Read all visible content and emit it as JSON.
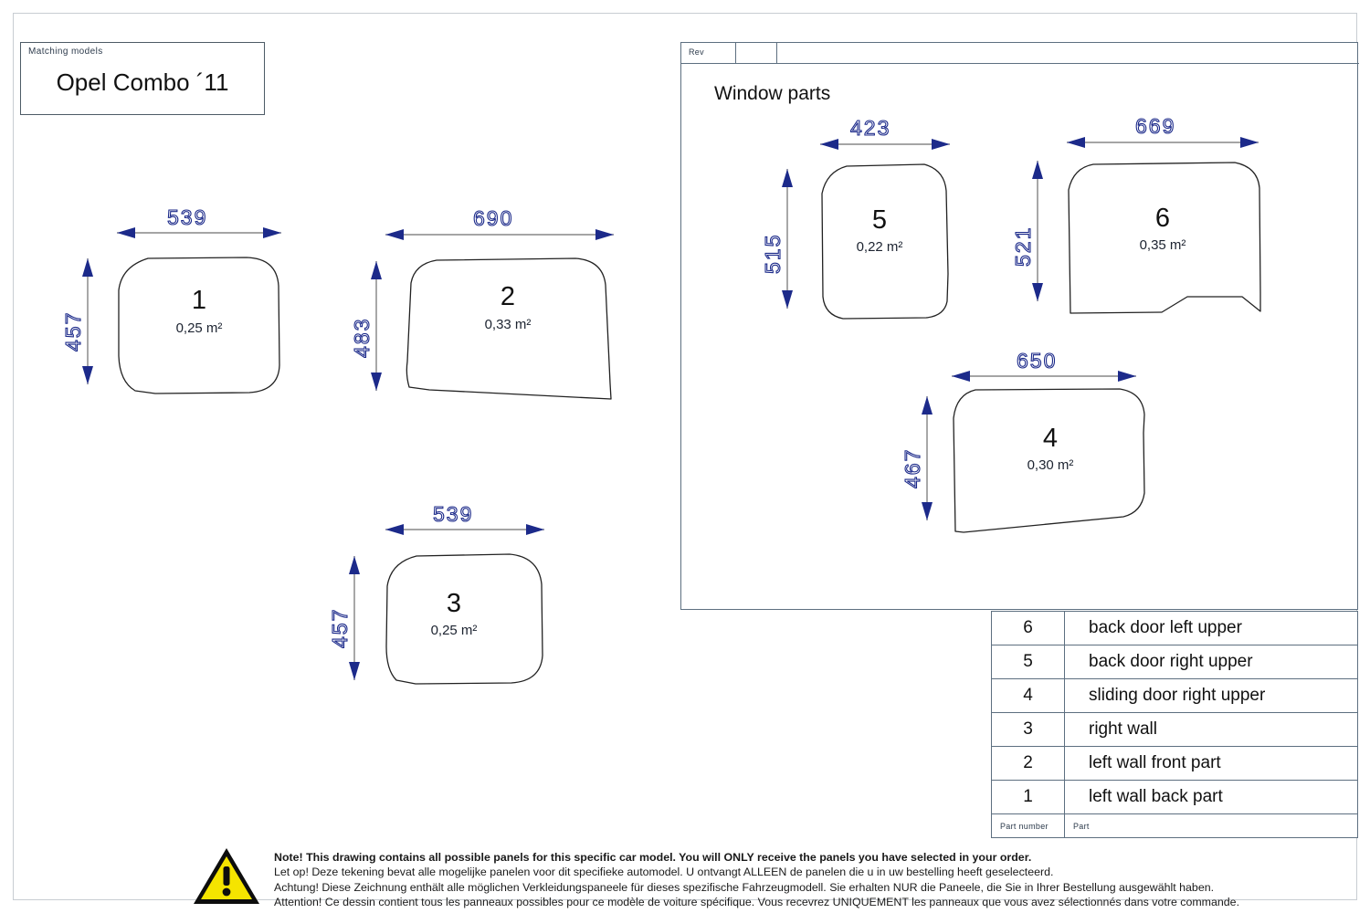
{
  "title_block": {
    "label": "Matching models",
    "model": "Opel Combo ´11"
  },
  "window_parts_box": {
    "rev_label": "Rev",
    "title": "Window parts"
  },
  "panels": [
    {
      "number": "1",
      "width": "539",
      "height": "457",
      "area": "0,25 m²",
      "name": "left wall back part"
    },
    {
      "number": "2",
      "width": "690",
      "height": "483",
      "area": "0,33 m²",
      "name": "left wall front part"
    },
    {
      "number": "3",
      "width": "539",
      "height": "457",
      "area": "0,25 m²",
      "name": "right wall"
    },
    {
      "number": "4",
      "width": "650",
      "height": "467",
      "area": "0,30 m²",
      "name": "sliding door right upper"
    },
    {
      "number": "5",
      "width": "423",
      "height": "515",
      "area": "0,22 m²",
      "name": "back door right upper"
    },
    {
      "number": "6",
      "width": "669",
      "height": "521",
      "area": "0,35 m²",
      "name": "back door left upper"
    }
  ],
  "legend": {
    "header": {
      "number_col": "Part number",
      "name_col": "Part"
    },
    "rows": [
      {
        "number": "6",
        "name": "back door left upper"
      },
      {
        "number": "5",
        "name": "back door right upper"
      },
      {
        "number": "4",
        "name": "sliding door right upper"
      },
      {
        "number": "3",
        "name": "right wall"
      },
      {
        "number": "2",
        "name": "left wall front part"
      },
      {
        "number": "1",
        "name": "left wall back part"
      }
    ]
  },
  "footer": {
    "icon": "warning-triangle-icon",
    "lines": [
      "Note! This drawing contains all possible panels for this specific car model. You will ONLY receive the panels you have selected in your order.",
      "Let op! Deze tekening bevat alle mogelijke panelen voor dit specifieke automodel. U ontvangt ALLEEN de panelen die u in uw bestelling heeft geselecteerd.",
      "Achtung! Diese Zeichnung enthält alle möglichen Verkleidungspaneele für dieses spezifische Fahrzeugmodell. Sie erhalten NUR die Paneele, die Sie in Ihrer Bestellung ausgewählt haben.",
      "Attention! Ce dessin contient tous les panneaux possibles pour ce modèle de voiture spécifique. Vous recevrez UNIQUEMENT les panneaux que vous avez sélectionnés dans votre commande."
    ]
  },
  "colors": {
    "dimension_text": "#1c2a8a",
    "dimension_line": "#6f6f6f",
    "outline": "#222222",
    "frame": "#5d6f80",
    "warning_yellow": "#f5e400"
  }
}
